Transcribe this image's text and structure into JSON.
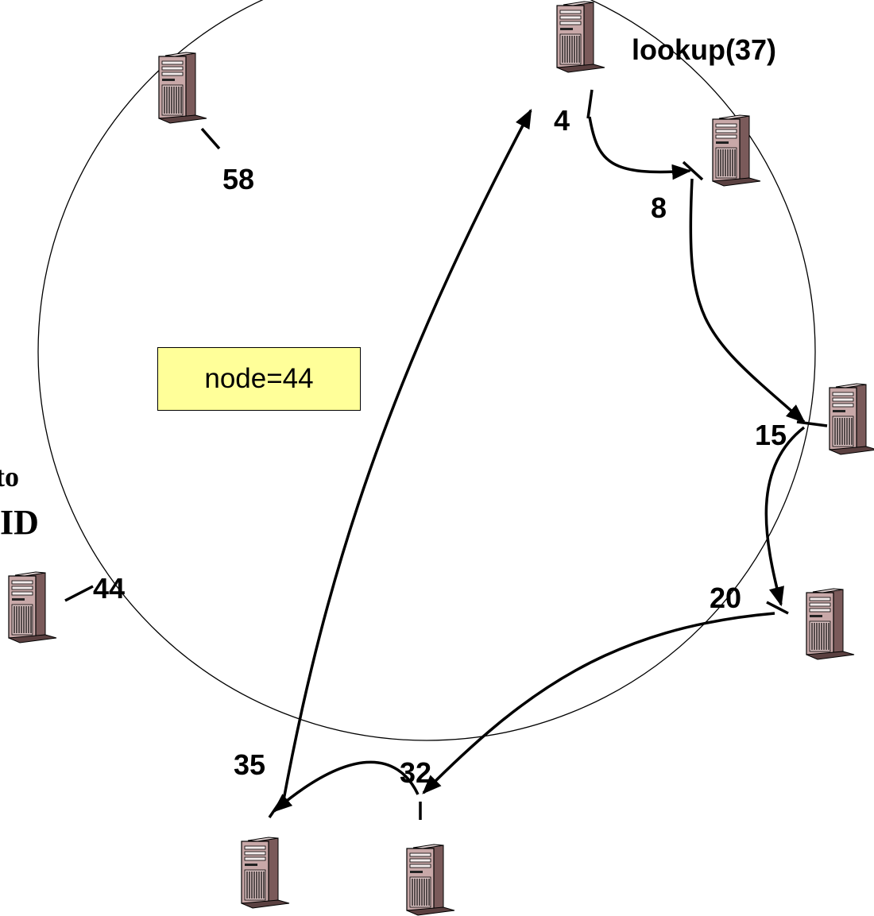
{
  "ring_nodes": [
    {
      "id": "node-4",
      "label": "4"
    },
    {
      "id": "node-8",
      "label": "8"
    },
    {
      "id": "node-15",
      "label": "15"
    },
    {
      "id": "node-20",
      "label": "20"
    },
    {
      "id": "node-32",
      "label": "32"
    },
    {
      "id": "node-35",
      "label": "35"
    },
    {
      "id": "node-44",
      "label": "44"
    },
    {
      "id": "node-58",
      "label": "58"
    }
  ],
  "lookup_label": "lookup(37)",
  "query_box": "node=44",
  "cut_text": [
    "to",
    "ID"
  ],
  "lookup_path": [
    "4",
    "8",
    "15",
    "20",
    "32",
    "35",
    "4"
  ],
  "colors": {
    "query_box_fill": "#ffff99",
    "line": "#000000",
    "server_body": "#c8a8a8"
  },
  "icon": "server-tower-icon"
}
